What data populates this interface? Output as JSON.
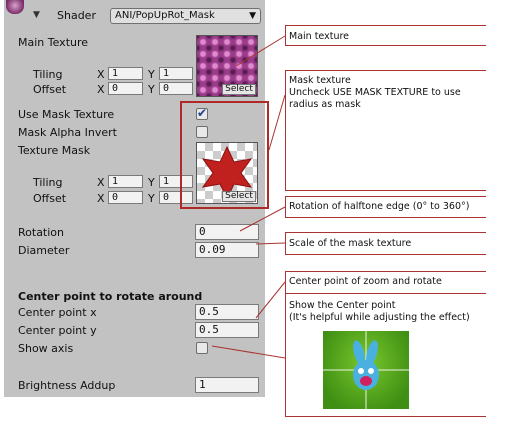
{
  "header": {
    "shader_label": "Shader",
    "shader_value": "ANI/PopUpRot_Mask"
  },
  "main_texture": {
    "label": "Main Texture",
    "tiling_label": "Tiling",
    "offset_label": "Offset",
    "x_label": "X",
    "y_label": "Y",
    "tiling_x": "1",
    "tiling_y": "1",
    "offset_x": "0",
    "offset_y": "0",
    "select_label": "Select"
  },
  "use_mask": {
    "label": "Use Mask Texture",
    "checked": true
  },
  "mask_alpha": {
    "label": "Mask Alpha Invert",
    "checked": false
  },
  "texture_mask": {
    "label": "Texture Mask",
    "tiling_label": "Tiling",
    "offset_label": "Offset",
    "x_label": "X",
    "y_label": "Y",
    "tiling_x": "1",
    "tiling_y": "1",
    "offset_x": "0",
    "offset_y": "0",
    "select_label": "Select"
  },
  "rotation": {
    "label": "Rotation",
    "value": "0"
  },
  "diameter": {
    "label": "Diameter",
    "value": "0.09"
  },
  "center_heading": "Center point to rotate around",
  "center_x": {
    "label": "Center point x",
    "value": "0.5"
  },
  "center_y": {
    "label": "Center point y",
    "value": "0.5"
  },
  "show_axis": {
    "label": "Show axis",
    "checked": false
  },
  "brightness": {
    "label": "Brightness Addup",
    "value": "1"
  },
  "notes": {
    "main_texture": "Main texture",
    "mask_texture_1": "Mask texture",
    "mask_texture_2": "Uncheck USE MASK  TEXTURE to use",
    "mask_texture_3": "radius as mask",
    "rotation": "Rotation of halftone edge (0° to 360°)",
    "scale": "Scale of the mask texture",
    "center": "Center point of zoom and rotate",
    "show_center_1": "Show the Center point",
    "show_center_2": "(It's helpful while adjusting the effect)"
  },
  "colors": {
    "panel": "#c2c2c2",
    "annotation": "#a33333",
    "star": "#c0201e",
    "preview_bg": "#58a81e"
  }
}
